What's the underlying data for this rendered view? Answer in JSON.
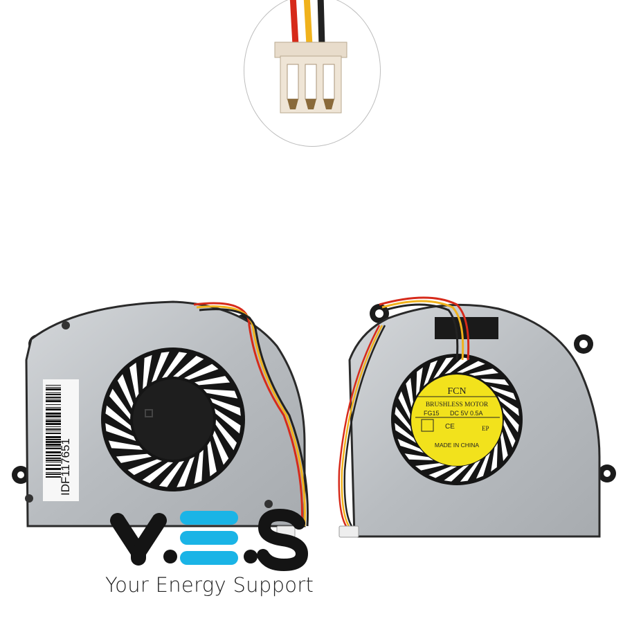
{
  "product": {
    "barcode_label": "IDF117651",
    "fan_label": {
      "brand": "FCN",
      "type": "BRUSHLESS MOTOR",
      "model": "FG15",
      "rating": "DC 5V  0.5A",
      "marks": "CE",
      "code": "EP",
      "origin": "MADE IN CHINA"
    }
  },
  "logo": {
    "wordmark": "Y.E.S",
    "tagline": "Your Energy Support",
    "accent_color": "#1ab4e6",
    "dark_color": "#141414"
  },
  "colors": {
    "label_yellow": "#f2e21c",
    "metal": "#b9bdc1"
  }
}
